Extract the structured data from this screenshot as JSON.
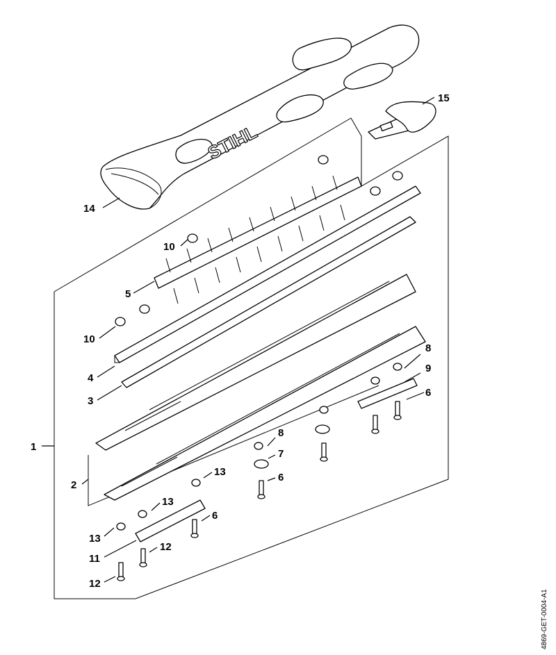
{
  "callouts": {
    "c1": "1",
    "c2": "2",
    "c3": "3",
    "c4": "4",
    "c5": "5",
    "c6a": "6",
    "c6b": "6",
    "c6c": "6",
    "c7": "7",
    "c8a": "8",
    "c8b": "8",
    "c9": "9",
    "c10a": "10",
    "c10b": "10",
    "c11": "11",
    "c12a": "12",
    "c12b": "12",
    "c13a": "13",
    "c13b": "13",
    "c13c": "13",
    "c14": "14",
    "c15": "15"
  },
  "brand_logo_text": "STIHL",
  "document_id": "4869-GET-0004-A1"
}
